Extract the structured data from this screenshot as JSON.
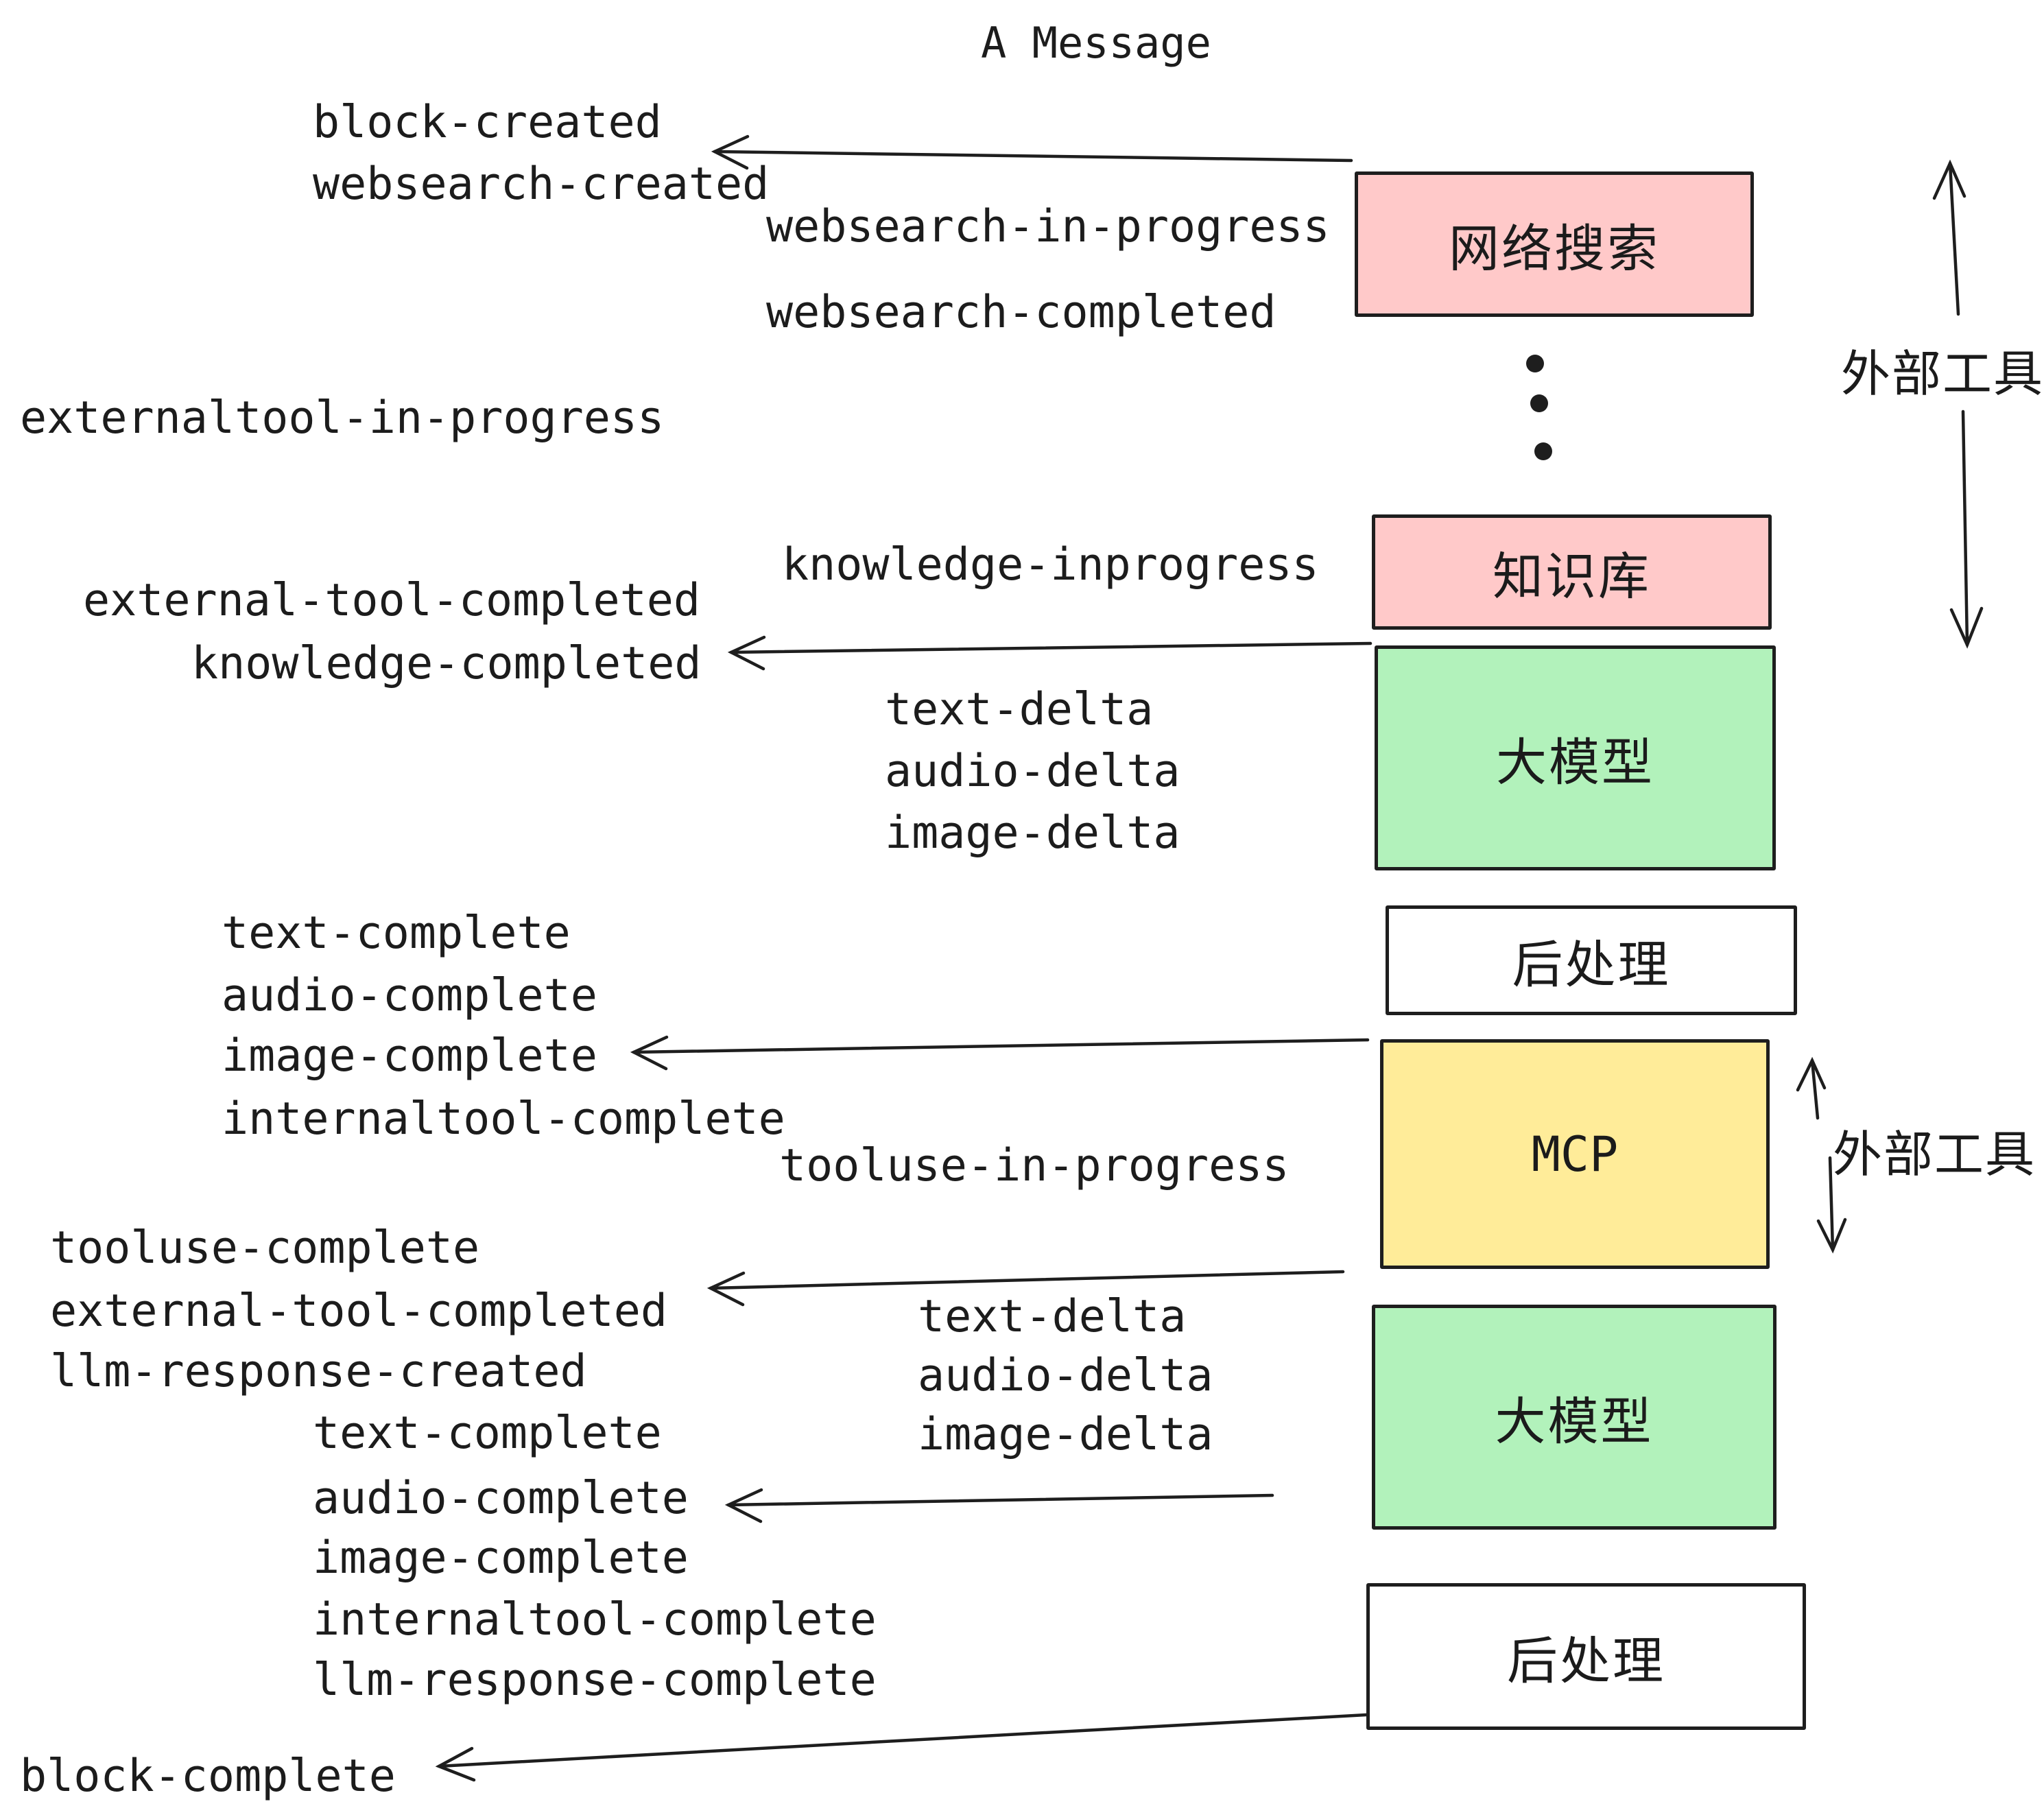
{
  "title": "A Message",
  "colors": {
    "stroke": "#1e1e1e",
    "pink": "#ffc9c9",
    "green": "#b2f2bb",
    "yellow": "#ffec99",
    "white": "#ffffff"
  },
  "boxes": {
    "websearch": {
      "label": "网络搜索"
    },
    "knowledge": {
      "label": "知识库"
    },
    "llm1": {
      "label": "大模型"
    },
    "post1": {
      "label": "后处理"
    },
    "mcp": {
      "label": "MCP"
    },
    "llm2": {
      "label": "大模型"
    },
    "post2": {
      "label": "后处理"
    }
  },
  "annotations": {
    "external_tools_top": "外部工具",
    "external_tools_bottom": "外部工具"
  },
  "events": {
    "block_created": "block-created",
    "websearch_created": "websearch-created",
    "websearch_in_progress": "websearch-in-progress",
    "websearch_completed": "websearch-completed",
    "externaltool_in_progress": "externaltool-in-progress",
    "knowledge_inprogress": "knowledge-inprogress",
    "external_tool_completed_1": "external-tool-completed",
    "knowledge_completed": "knowledge-completed",
    "text_delta_1": "text-delta",
    "audio_delta_1": "audio-delta",
    "image_delta_1": "image-delta",
    "text_complete_1": "text-complete",
    "audio_complete_1": "audio-complete",
    "image_complete_1": "image-complete",
    "internaltool_complete_1": "internaltool-complete",
    "tooluse_in_progress": "tooluse-in-progress",
    "tooluse_complete": "tooluse-complete",
    "external_tool_completed_2": "external-tool-completed",
    "llm_response_created": "llm-response-created",
    "text_complete_2": "text-complete",
    "audio_complete_2": "audio-complete",
    "text_delta_2": "text-delta",
    "audio_delta_2": "audio-delta",
    "image_delta_2": "image-delta",
    "image_complete_2": "image-complete",
    "internaltool_complete_2": "internaltool-complete",
    "llm_response_complete": "llm-response-complete",
    "block_complete": "block-complete"
  }
}
